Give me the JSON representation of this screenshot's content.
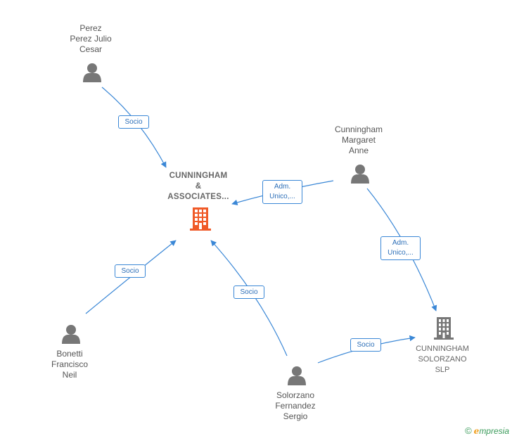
{
  "nodes": {
    "perez": {
      "lines": [
        "Perez",
        "Perez Julio",
        "Cesar"
      ],
      "icon": "person-icon"
    },
    "margaret": {
      "lines": [
        "Cunningham",
        "Margaret",
        "Anne"
      ],
      "icon": "person-icon"
    },
    "bonetti": {
      "lines": [
        "Bonetti",
        "Francisco",
        "Neil"
      ],
      "icon": "person-icon"
    },
    "sergio": {
      "lines": [
        "Solorzano",
        "Fernandez",
        "Sergio"
      ],
      "icon": "person-icon"
    },
    "associates": {
      "lines": [
        "CUNNINGHAM",
        "&",
        "ASSOCIATES..."
      ],
      "icon": "building-icon",
      "color": "#f05a28"
    },
    "solorzano_slp": {
      "lines": [
        "CUNNINGHAM",
        "SOLORZANO",
        "SLP"
      ],
      "icon": "building-icon",
      "color": "#777777"
    }
  },
  "edges": {
    "perez_associates": {
      "lines": [
        "Socio"
      ]
    },
    "margaret_associates": {
      "lines": [
        "Adm.",
        "Unico,..."
      ]
    },
    "margaret_slp": {
      "lines": [
        "Adm.",
        "Unico,..."
      ]
    },
    "bonetti_associates": {
      "lines": [
        "Socio"
      ]
    },
    "sergio_associates": {
      "lines": [
        "Socio"
      ]
    },
    "sergio_slp": {
      "lines": [
        "Socio"
      ]
    }
  },
  "colors": {
    "edge": "#3a87d6",
    "person": "#777777",
    "company_main": "#f05a28",
    "company_other": "#777777"
  },
  "brand": {
    "copyright": "©",
    "e": "e",
    "rest": "mpresia"
  }
}
